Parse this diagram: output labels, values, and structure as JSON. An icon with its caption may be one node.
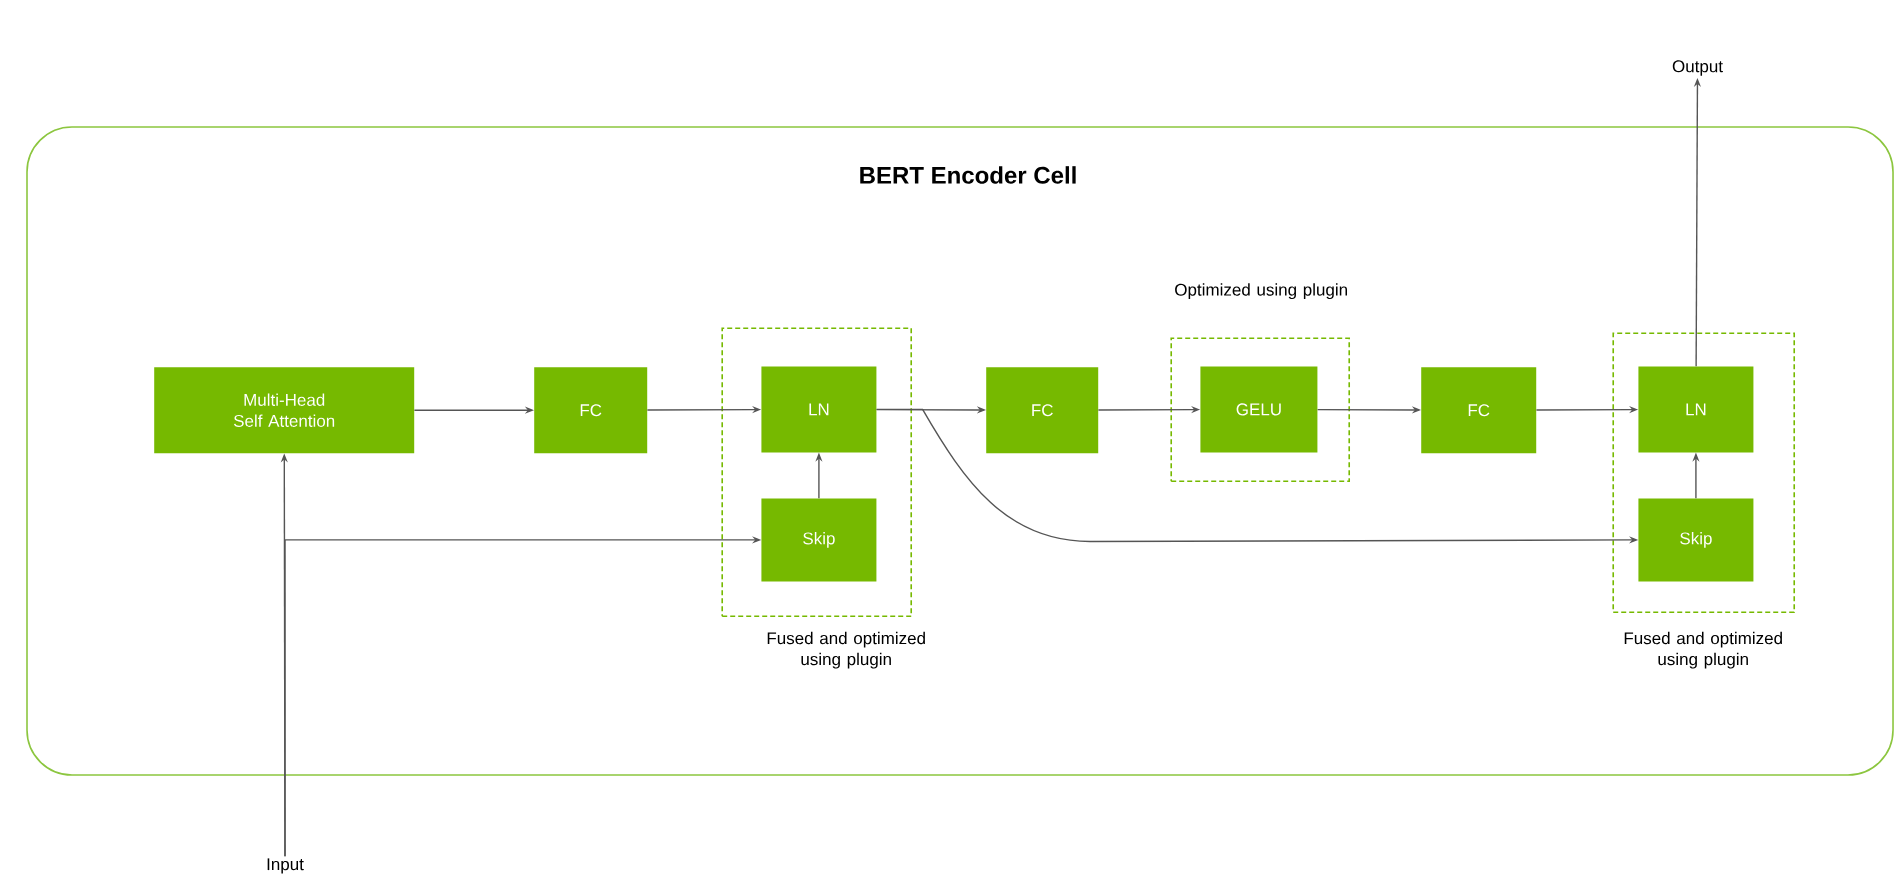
{
  "diagram": {
    "nodes": [
      {
        "text": [
          "BERT Encoder Cell"
        ]
      },
      {
        "text": [
          "Multi-Head Self Attention"
        ],
        "in": 0
      },
      {
        "text": [
          "FC"
        ],
        "in": 0
      },
      {
        "text": [
          "Fused and optimized using plugin"
        ],
        "in": 0
      },
      {
        "text": [
          "LN"
        ],
        "in": 3
      },
      {
        "text": [
          "Skip"
        ],
        "in": 3
      },
      {
        "text": [
          "FC"
        ],
        "in": 0
      },
      {
        "text": [
          "Optimized using plugin"
        ],
        "in": 0
      },
      {
        "text": [
          "GELU"
        ],
        "in": 7
      },
      {
        "text": [
          "FC"
        ],
        "in": 0
      },
      {
        "text": [
          "Fused and optimized using plugin"
        ],
        "in": 0
      },
      {
        "text": [
          "LN"
        ],
        "in": 10
      },
      {
        "text": [
          "Skip"
        ],
        "in": 10
      },
      {
        "text": [
          "Output"
        ]
      },
      {
        "text": [
          "Input"
        ]
      }
    ],
    "edges": [
      {
        "from": 14,
        "to": 1,
        "arrow": "to"
      },
      {
        "from": 14,
        "to": 5,
        "arrow": "to"
      },
      {
        "from": 1,
        "to": 2,
        "arrow": "to"
      },
      {
        "from": 2,
        "to": 4,
        "arrow": "to"
      },
      {
        "from": 5,
        "to": 4,
        "arrow": "to"
      },
      {
        "from": 4,
        "to": 6,
        "arrow": "to"
      },
      {
        "from": 4,
        "to": 12,
        "arrow": "to"
      },
      {
        "from": 6,
        "to": 8,
        "arrow": "to"
      },
      {
        "from": 8,
        "to": 9,
        "arrow": "to"
      },
      {
        "from": 9,
        "to": 11,
        "arrow": "to"
      },
      {
        "from": 12,
        "to": 11,
        "arrow": "to"
      },
      {
        "from": 11,
        "to": 13,
        "arrow": "to"
      }
    ]
  }
}
